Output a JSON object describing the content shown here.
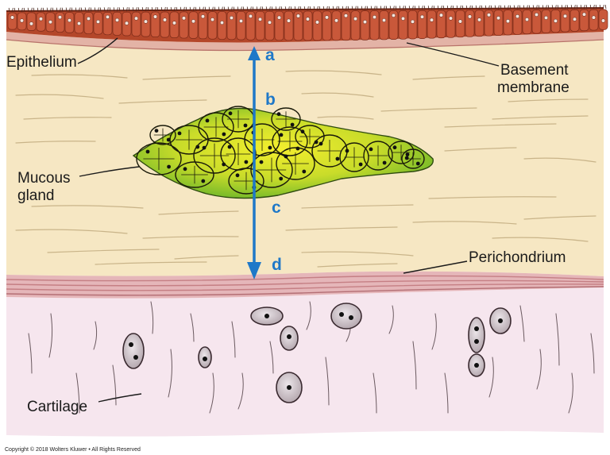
{
  "labels": {
    "epithelium": "Epithelium",
    "basement_membrane_1": "Basement",
    "basement_membrane_2": "membrane",
    "mucous_gland_1": "Mucous",
    "mucous_gland_2": "gland",
    "perichondrium": "Perichondrium",
    "cartilage": "Cartilage"
  },
  "markers": {
    "a": "a",
    "b": "b",
    "c": "c",
    "d": "d"
  },
  "copyright": "Copyright © 2018 Wolters Kluwer • All Rights Reserved",
  "colors": {
    "epithelium": "#b4472a",
    "lamina_propria": "#f6e7c3",
    "basement_membrane": "#d9a79a",
    "gland_outer": "#6bb52a",
    "gland_center": "#f2ea2a",
    "perichondrium": "#d8959a",
    "cartilage": "#f6e6ee",
    "arrow": "#1f78c8"
  }
}
